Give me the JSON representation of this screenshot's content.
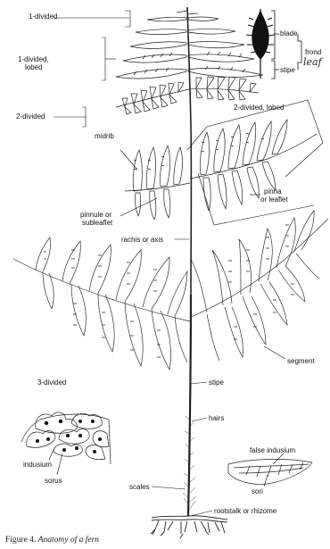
{
  "labels": {
    "one_divided": "1-divided",
    "one_divided_lobed_1": "1-divided,",
    "one_divided_lobed_2": "lobed",
    "blade": "blade",
    "frond": "frond",
    "stipe_inset": "stipe",
    "two_divided": "2-divided",
    "two_divided_lobed": "2-divided, lobed",
    "midrib": "midrib",
    "pinna_1": "pinna",
    "pinna_2": "or leaflet",
    "pinnule_1": "pinnule or",
    "pinnule_2": "subleaflet",
    "rachis": "rachis or axis",
    "segment": "segment",
    "three_divided": "3-divided",
    "stipe": "stipe",
    "hairs": "hairs",
    "indusium": "indusium",
    "sorus": "sorus",
    "false_indusium": "false indusium",
    "sori": "sori",
    "scales": "scales",
    "rootstalk": "rootstalk or rhizome"
  },
  "handwriting": "leaf",
  "caption": {
    "prefix": "Figure 4. ",
    "title": "Anatomy of a fern"
  },
  "colors": {
    "ink": "#111111",
    "background": "#ffffff"
  }
}
